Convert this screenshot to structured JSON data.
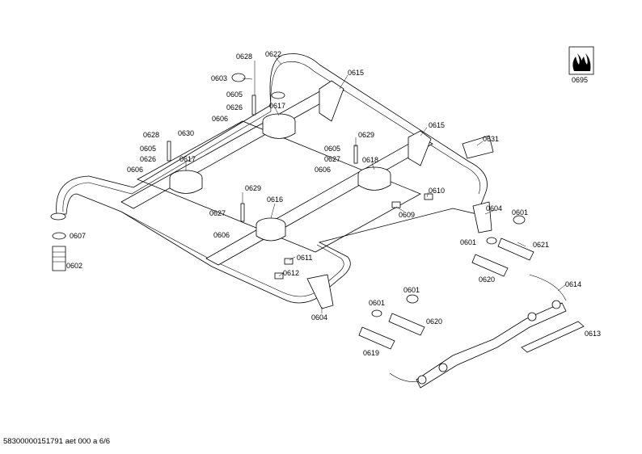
{
  "footer_text": "58300000151791 aet 000 a 6/6",
  "labels": {
    "p0622": "0622",
    "p0628a": "0628",
    "p0603": "0603",
    "p0605a": "0605",
    "p0626a": "0626",
    "p0606a": "0606",
    "p0617a": "0617",
    "p0615a": "0615",
    "p0615b": "0615",
    "p0631": "0631",
    "p0629a": "0629",
    "p0605b": "0605",
    "p0627a": "0627",
    "p0606b": "0606",
    "p0618": "0618",
    "p0628b": "0628",
    "p0630": "0630",
    "p0605c": "0605",
    "p0626b": "0626",
    "p0617b": "0617",
    "p0606c": "0606",
    "p0629b": "0629",
    "p0627b": "0627",
    "p0606d": "0606",
    "p0616": "0616",
    "p0610": "0610",
    "p0609": "0609",
    "p0604a": "0604",
    "p0601a": "0601",
    "p0601b": "0601",
    "p0621": "0621",
    "p0611": "0611",
    "p0612": "0612",
    "p0620a": "0620",
    "p0614": "0614",
    "p0607": "0607",
    "p0602": "0602",
    "p0604b": "0604",
    "p0601c": "0601",
    "p0601d": "0601",
    "p0620b": "0620",
    "p0619": "0619",
    "p0613": "0613",
    "p0695": "0695"
  }
}
